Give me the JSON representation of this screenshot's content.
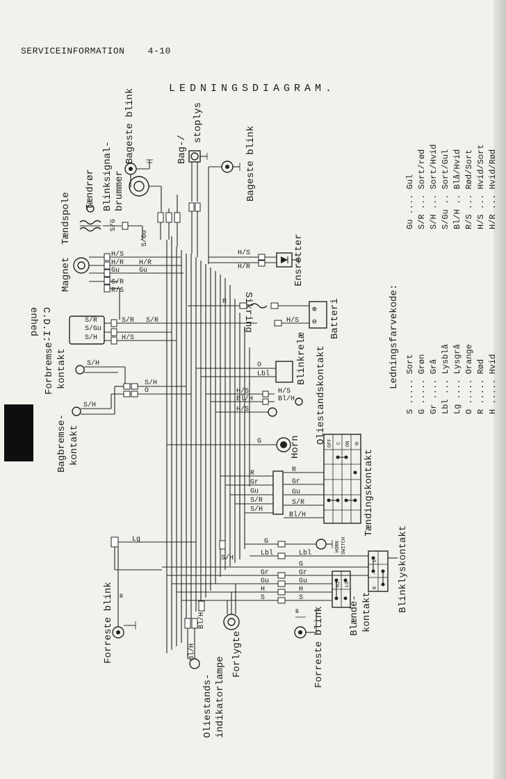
{
  "header": {
    "section": "SERVICEINFORMATION",
    "page": "4-10"
  },
  "title": "LEDNINGSDIAGRAM.",
  "components": {
    "bageste_blink_left": "Bageste blink",
    "blinksignal": "Blinksignal-",
    "blinksignal2": "brummer",
    "taendror": "Tændrør",
    "taendspole": "Tændspole",
    "bag_stoplys1": "Bag-/",
    "bag_stoplys2": "stoplys",
    "bageste_blink_right": "Bageste blink",
    "magnet": "Magnet",
    "ensretter": "Ensretter",
    "cdi1": "C.D.I.-",
    "cdi2": "enhed",
    "sikring": "Sikring",
    "batteri": "Batteri",
    "forbremse1": "Forbremse-",
    "forbremse2": "kontakt",
    "bagbremse1": "Bagbremse-",
    "bagbremse2": "kontakt",
    "blinkrelae": "Blinkrelæ",
    "oliestandskontakt": "Oliestandskontakt",
    "horn": "Horn",
    "taendingskontakt": "Tændingskontakt",
    "blinklyskontakt": "Blinklyskontakt",
    "forreste_blink_left": "Forreste blink",
    "forreste_blink_right": "Forreste blink",
    "blaende1": "Blænde-",
    "blaende2": "kontakt",
    "oliestands1": "Oliestands-",
    "oliestands2": "indikatorlampe",
    "forlygte": "Forlygte",
    "horn_switch1": "HORN",
    "horn_switch2": "SWITCH"
  },
  "wire_labels": {
    "sg": "S/G",
    "sgu": "S/Gu",
    "hs": "H/S",
    "hr": "H/R",
    "gu": "Gu",
    "sr": "S/R",
    "rs": "R/S",
    "sh": "S/H",
    "r": "R",
    "o": "O",
    "lbl": "Lbl",
    "blh": "Bl/H",
    "g": "G",
    "gr": "Gr",
    "lg": "Lg",
    "h": "H",
    "s": "S",
    "b": "B"
  },
  "ignition_switch": {
    "positions": [
      "OFF",
      "C",
      "ON",
      "⊖"
    ]
  },
  "dimmer_switch": {
    "positions": [
      "HI",
      "LO"
    ]
  },
  "blinker_switch": {
    "positions": [
      "R",
      "·",
      "L"
    ]
  },
  "battery_terminals": {
    "plus": "⊕",
    "minus": "⊖"
  },
  "legend": {
    "title": "Ledningsfarvekode:",
    "rows": [
      {
        "left": "S ..... Sort",
        "right": "Gu .... Gul"
      },
      {
        "left": "G ..... Grøn",
        "right": "S/R ... Sort/rød"
      },
      {
        "left": "Gr .... Grå",
        "right": "S/H ... Sort/Hvid"
      },
      {
        "left": "Lbl ... Lysblå",
        "right": "S/Gu .. Sort/Gul"
      },
      {
        "left": "Lg .... Lysgrå",
        "right": "Bl/H .. Blå/Hvid"
      },
      {
        "left": "O ..... Orange",
        "right": "R/S ... Rød/Sort"
      },
      {
        "left": "R ..... Rød",
        "right": "H/S ... Hvid/Sort"
      },
      {
        "left": "H ..... Hvid",
        "right": "H/R ... Hvid/Rød"
      }
    ]
  }
}
